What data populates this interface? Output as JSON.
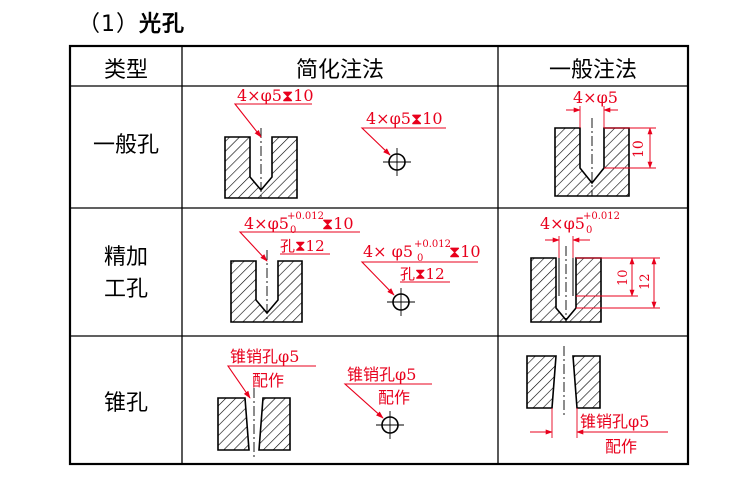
{
  "section_title": {
    "num": "（1）",
    "text": "光孔"
  },
  "table": {
    "headers": [
      "类型",
      "简化注法",
      "一般注法"
    ],
    "rows": [
      {
        "type_label_1": "一般孔",
        "type_label_2": "",
        "simplified_a": "4×φ5⧗10",
        "simplified_b": "4×φ5⧗10",
        "general": "4×φ5",
        "general_dim": "10"
      },
      {
        "type_label_1": "精加",
        "type_label_2": "工孔",
        "simplified_a_main": "4×φ5",
        "simplified_a_tol_up": "+0.012",
        "simplified_a_tol_lo": "0",
        "simplified_a_depth": "⧗10",
        "simplified_a_sub": "孔⧗12",
        "simplified_b_main": "4× φ5",
        "simplified_b_tol_up": "+0.012",
        "simplified_b_tol_lo": "0",
        "simplified_b_depth": "⧗10",
        "simplified_b_sub": "孔⧗12",
        "general_main": "4×φ5",
        "general_tol_up": "+0.012",
        "general_tol_lo": "0",
        "general_dim_a": "10",
        "general_dim_b": "12"
      },
      {
        "type_label_1": "锥孔",
        "type_label_2": "",
        "simplified_a_l1": "锥销孔φ5",
        "simplified_a_l2": "配作",
        "simplified_b_l1": "锥销孔φ5",
        "simplified_b_l2": "配作",
        "general_l1": "锥销孔φ5",
        "general_l2": "配作"
      }
    ]
  },
  "colors": {
    "annotation": "#e8001c",
    "line": "#000000"
  }
}
